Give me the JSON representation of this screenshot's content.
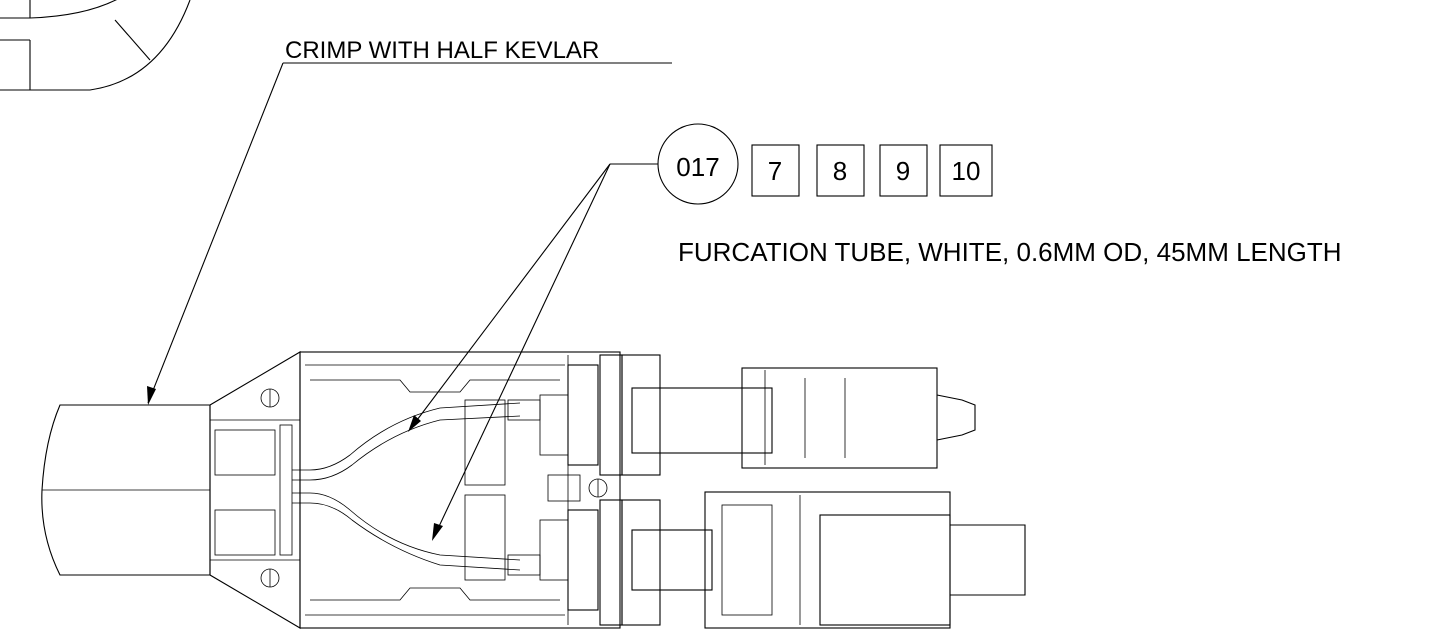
{
  "callouts": {
    "crimp_note": "CRIMP WITH HALF KEVLAR",
    "item_number": "017",
    "find_numbers": [
      "7",
      "8",
      "9",
      "10"
    ],
    "item_description": "FURCATION TUBE, WHITE, 0.6MM OD, 45MM LENGTH"
  }
}
